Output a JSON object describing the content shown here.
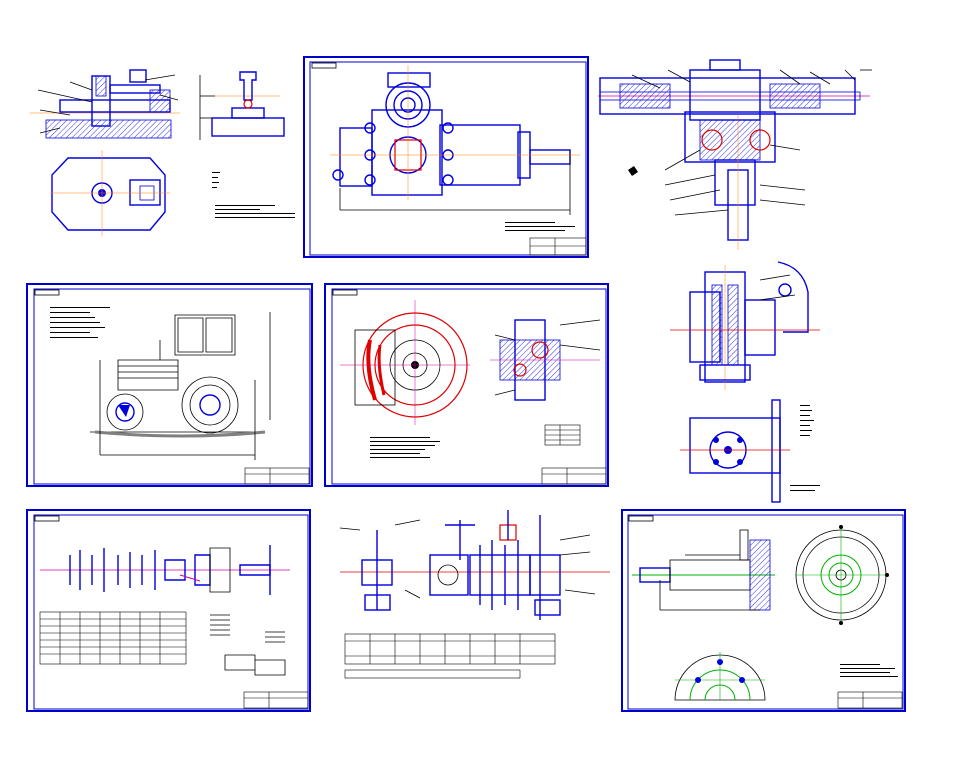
{
  "page": {
    "title": ""
  },
  "sheets": [
    {
      "id": "pulley-fixture",
      "frame": false
    },
    {
      "id": "clamp-detail",
      "frame": false
    },
    {
      "id": "steering-gearbox",
      "frame": true
    },
    {
      "id": "pto-gearbox-section",
      "frame": false
    },
    {
      "id": "tractor-general-view",
      "frame": true
    },
    {
      "id": "wheel-brake-assembly",
      "frame": true
    },
    {
      "id": "hydraulic-valve",
      "frame": false
    },
    {
      "id": "clutch-details-table",
      "frame": true
    },
    {
      "id": "transmission-kinematic-scheme",
      "frame": false
    },
    {
      "id": "hub-flange-details",
      "frame": true
    }
  ],
  "colors": {
    "frame": "#0000cc",
    "line": "#0000dd",
    "section_red": "#e00000",
    "axis_magenta": "#d000a0",
    "accent_green": "#00b000",
    "center_orange": "#ff8000"
  }
}
